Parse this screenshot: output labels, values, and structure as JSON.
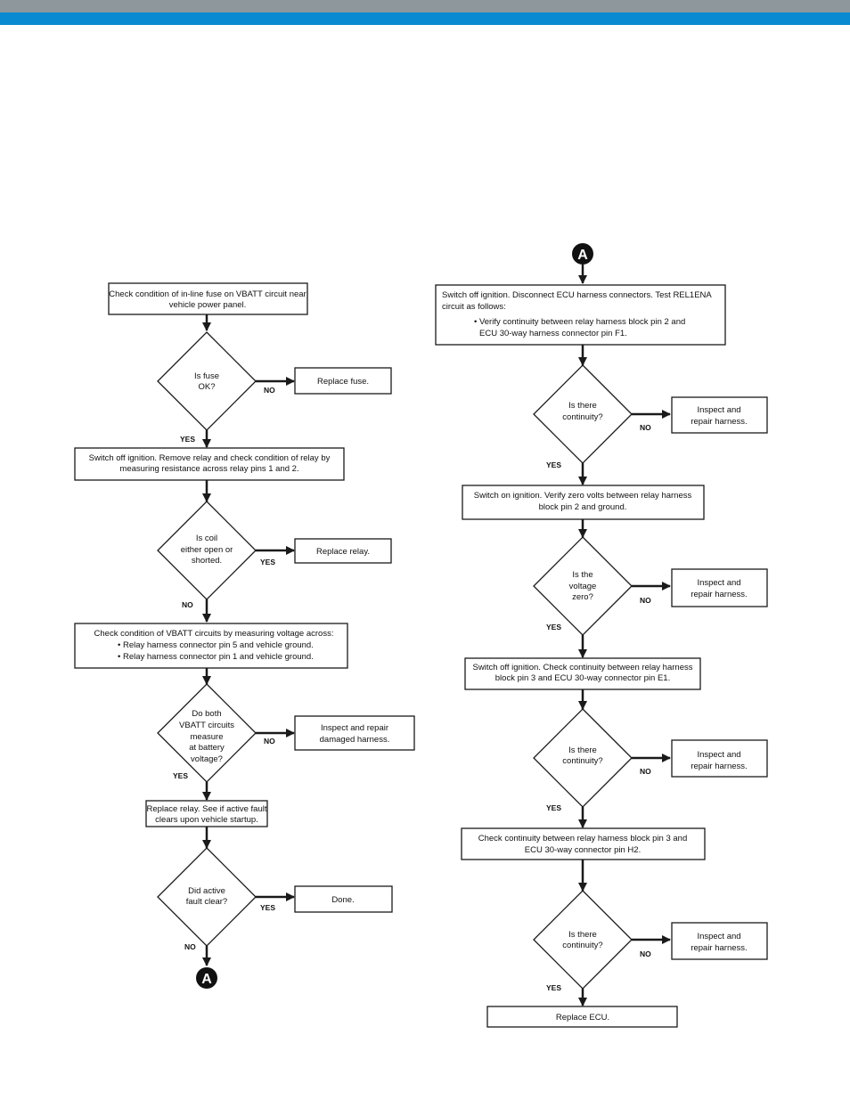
{
  "header": {
    "colors": {
      "gray": "#8e979c",
      "blue": "#0a8ad0"
    }
  },
  "connector": "A",
  "labels": {
    "yes": "YES",
    "no": "NO"
  },
  "left": {
    "step1": [
      "Check condition of in-line fuse on VBATT circuit near",
      "vehicle power panel."
    ],
    "q1": [
      "Is fuse",
      "OK?"
    ],
    "a1": "Replace fuse.",
    "step2": [
      "Switch off ignition.  Remove relay and check condition of relay by",
      "measuring resistance across relay pins 1 and 2."
    ],
    "q2": [
      "Is coil",
      "either open or",
      "shorted."
    ],
    "a2": "Replace relay.",
    "step3": [
      "Check condition of VBATT circuits by measuring voltage across:",
      "• Relay harness connector pin 5 and vehicle ground.",
      "• Relay harness connector pin 1 and vehicle ground."
    ],
    "q3": [
      "Do both",
      "VBATT circuits",
      "measure",
      "at battery",
      "voltage?"
    ],
    "a3": [
      "Inspect and repair",
      "damaged harness."
    ],
    "step4": [
      "Replace relay.  See if active fault",
      "clears upon vehicle startup."
    ],
    "q4": [
      "Did active",
      "fault clear?"
    ],
    "a4": "Done."
  },
  "right": {
    "step1": [
      "Switch off ignition.  Disconnect ECU harness connectors.  Test REL1ENA",
      "circuit as follows:",
      "• Verify continuity between relay harness block pin 2 and",
      "ECU 30-way harness connector pin F1."
    ],
    "q1": [
      "Is there",
      "continuity?"
    ],
    "a1": [
      "Inspect and",
      "repair harness."
    ],
    "step2": [
      "Switch on ignition.  Verify zero volts between relay harness",
      "block pin 2 and ground."
    ],
    "q2": [
      "Is the",
      "voltage",
      "zero?"
    ],
    "a2": [
      "Inspect and",
      "repair harness."
    ],
    "step3": [
      "Switch off ignition.  Check continuity between relay harness",
      "block pin 3 and ECU 30-way connector pin E1."
    ],
    "q3": [
      "Is there",
      "continuity?"
    ],
    "a3": [
      "Inspect and",
      "repair harness."
    ],
    "step4": [
      "Check continuity between relay harness block pin 3 and",
      "ECU 30-way connector pin H2."
    ],
    "q4": [
      "Is there",
      "continuity?"
    ],
    "a4": [
      "Inspect and",
      "repair harness."
    ],
    "step5": "Replace ECU."
  }
}
